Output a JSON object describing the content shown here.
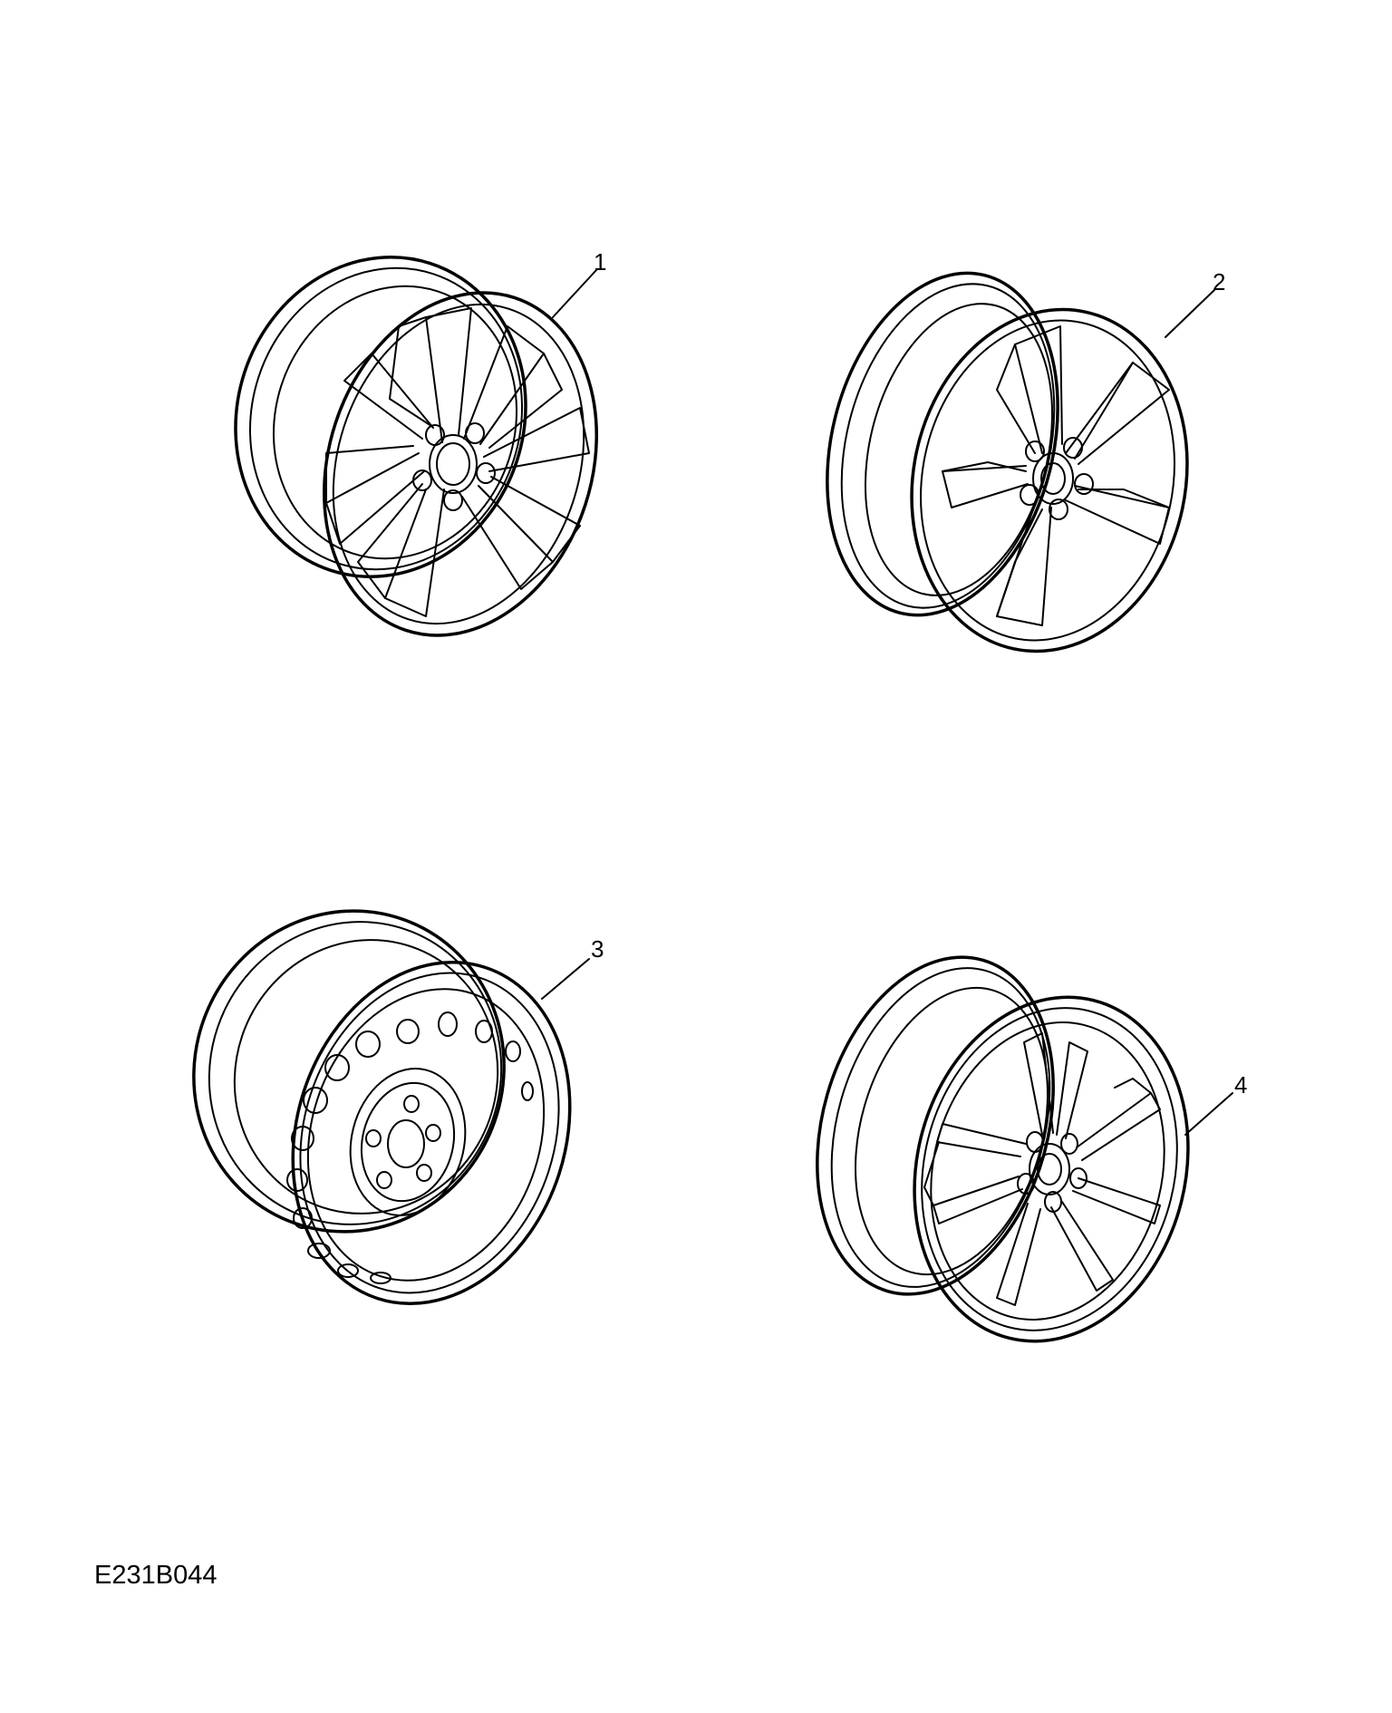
{
  "callouts": {
    "c1": "1",
    "c2": "2",
    "c3": "3",
    "c4": "4"
  },
  "figure_code": "E231B044",
  "colors": {
    "line": "#000000",
    "background": "#ffffff"
  }
}
